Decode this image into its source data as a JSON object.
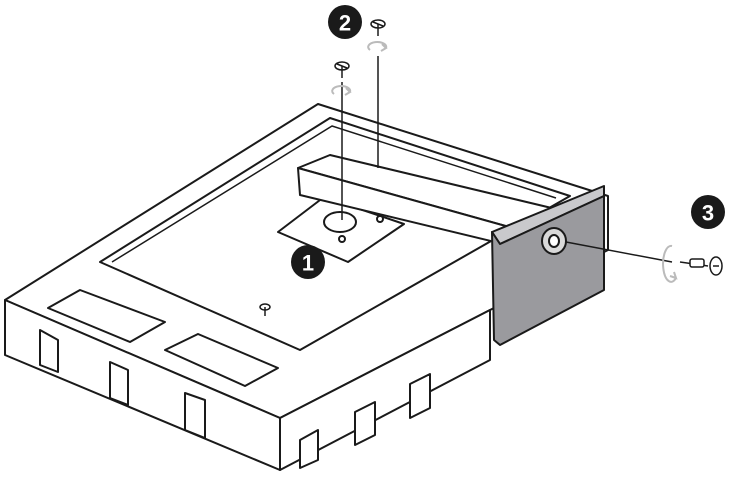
{
  "steps": [
    {
      "number": "1",
      "action": "attach-bracket-to-monitor-back"
    },
    {
      "number": "2",
      "action": "fasten-bracket-screws"
    },
    {
      "number": "3",
      "action": "fasten-base-screw"
    }
  ],
  "colors": {
    "line": "#1a1a1a",
    "stand_base_fill": "#9a9a9e",
    "bracket_fill": "#cfcfcf",
    "rotation_arrow": "#bbbbbb",
    "step_badge": "#1a1a1a",
    "background": "#ffffff"
  },
  "icons": [
    "screw-icon",
    "rotate-arrow-icon",
    "step-badge"
  ]
}
